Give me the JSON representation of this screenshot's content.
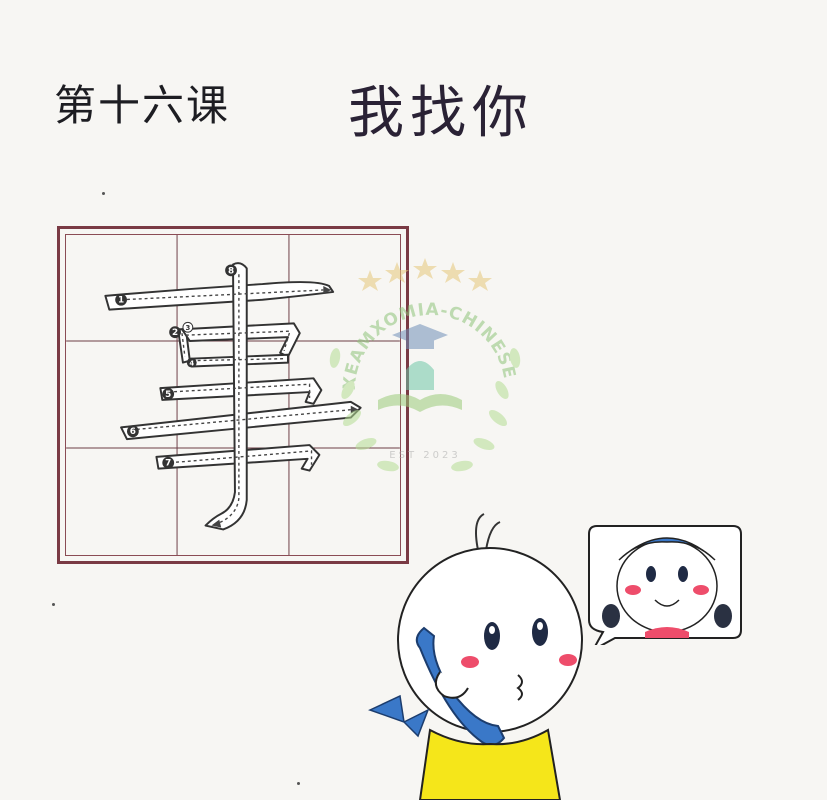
{
  "lesson": {
    "number_label": "第十六课",
    "title": "我找你"
  },
  "stroke_order": {
    "character": "事",
    "stroke_numbers": [
      "1",
      "2",
      "3",
      "4",
      "5",
      "6",
      "7",
      "8"
    ]
  },
  "colors": {
    "frame": "#7a3a44",
    "ink": "#1d1d22",
    "watermark_green": "#9ccc7a",
    "watermark_gold": "#e5c77a",
    "blue": "#3a78c8",
    "yellow": "#f5e61a",
    "pink": "#ee4d6b"
  },
  "watermark": {
    "brand": "XEAMXOMIA-CHINESE",
    "est": "EST 2023"
  }
}
